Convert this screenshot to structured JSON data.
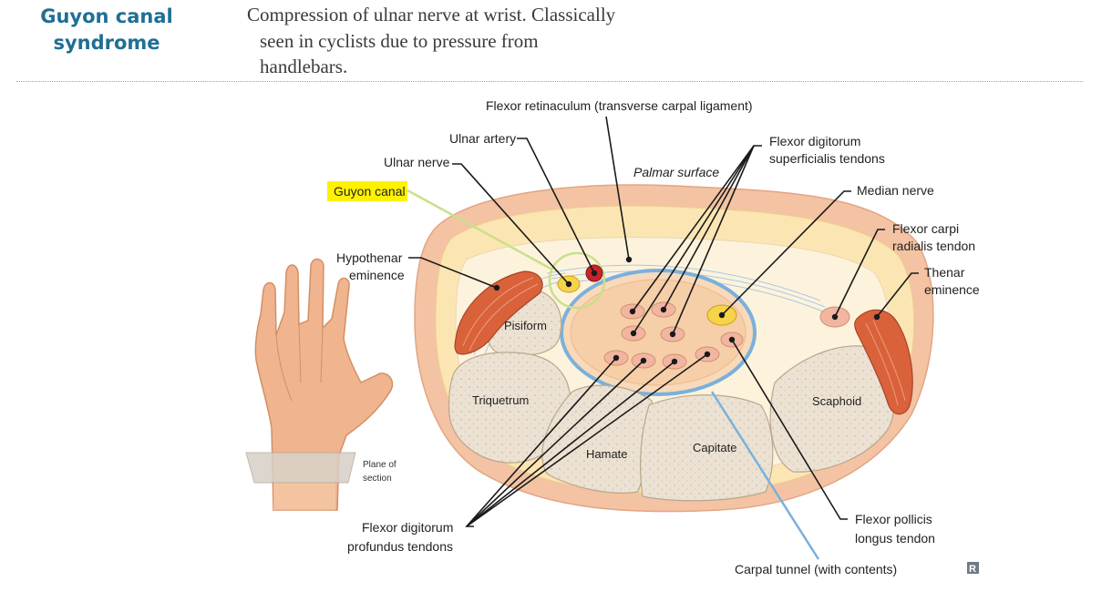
{
  "term": {
    "line1": "Guyon canal",
    "line2": "syndrome"
  },
  "description": {
    "line1": "Compression of ulnar nerve at wrist. Classically",
    "line2": "seen in cyclists due to pressure from",
    "line3": "handlebars."
  },
  "diagram": {
    "labels": {
      "flexor_retinaculum": "Flexor retinaculum (transverse carpal ligament)",
      "ulnar_artery": "Ulnar artery",
      "ulnar_nerve": "Ulnar nerve",
      "guyon_canal": "Guyon canal",
      "palmar_surface": "Palmar surface",
      "fds_line1": "Flexor digitorum",
      "fds_line2": "superficialis tendons",
      "median_nerve": "Median nerve",
      "fcr_line1": "Flexor carpi",
      "fcr_line2": "radialis tendon",
      "thenar_line1": "Thenar",
      "thenar_line2": "eminence",
      "hypothenar_line1": "Hypothenar",
      "hypothenar_line2": "eminence",
      "pisiform": "Pisiform",
      "triquetrum": "Triquetrum",
      "hamate": "Hamate",
      "capitate": "Capitate",
      "scaphoid": "Scaphoid",
      "plane_line1": "Plane of",
      "plane_line2": "section",
      "fdp_line1": "Flexor digitorum",
      "fdp_line2": "profundus tendons",
      "fpl_line1": "Flexor pollicis",
      "fpl_line2": "longus tendon",
      "carpal_tunnel": "Carpal tunnel (with contents)",
      "rx_mark": "R"
    },
    "colors": {
      "skin": "#f3c3a3",
      "fat": "#fbe6b3",
      "bone": "#ece2d3",
      "muscle": "#d9623a",
      "highlight": "#fff200",
      "canal_outline": "#c9e08a",
      "tunnel": "#7bb0dc",
      "artery": "#c8242b",
      "nerve": "#f7d34a",
      "heading": "#1f6f95"
    }
  }
}
